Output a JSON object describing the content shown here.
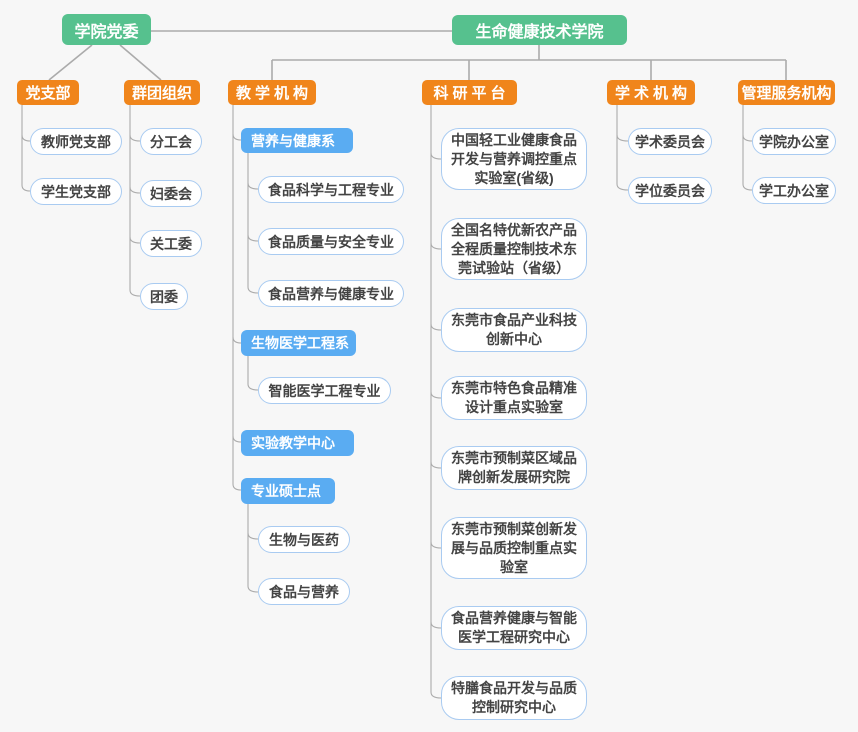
{
  "colors": {
    "root_node": "#56C18E",
    "level2_node": "#F0851B",
    "department_node": "#5AACF2",
    "leaf_border": "#A9CBF1",
    "leaf_text": "#434343",
    "connector_line": "#ABABAB",
    "background": "#F7F7F7"
  },
  "org": {
    "roots": [
      {
        "label": "学院党委",
        "children": [
          {
            "label": "党支部",
            "children": [
              {
                "label": "教师党支部"
              },
              {
                "label": "学生党支部"
              }
            ]
          },
          {
            "label": "群团组织",
            "children": [
              {
                "label": "分工会"
              },
              {
                "label": "妇委会"
              },
              {
                "label": "关工委"
              },
              {
                "label": "团委"
              }
            ]
          }
        ]
      },
      {
        "label": "生命健康技术学院",
        "children": [
          {
            "label": "教学机构",
            "children": [
              {
                "label": "营养与健康系",
                "children": [
                  {
                    "label": "食品科学与工程专业"
                  },
                  {
                    "label": "食品质量与安全专业"
                  },
                  {
                    "label": "食品营养与健康专业"
                  }
                ]
              },
              {
                "label": "生物医学工程系",
                "children": [
                  {
                    "label": "智能医学工程专业"
                  }
                ]
              },
              {
                "label": "实验教学中心"
              },
              {
                "label": "专业硕士点",
                "children": [
                  {
                    "label": "生物与医药"
                  },
                  {
                    "label": "食品与营养"
                  }
                ]
              }
            ]
          },
          {
            "label": "科研平台",
            "children": [
              {
                "label": "中国轻工业健康食品开发与营养调控重点实验室(省级)"
              },
              {
                "label": "全国名特优新农产品全程质量控制技术东莞试验站（省级）"
              },
              {
                "label": "东莞市食品产业科技创新中心"
              },
              {
                "label": "东莞市特色食品精准设计重点实验室"
              },
              {
                "label": "东莞市预制菜区域品牌创新发展研究院"
              },
              {
                "label": "东莞市预制菜创新发展与品质控制重点实验室"
              },
              {
                "label": "食品营养健康与智能医学工程研究中心"
              },
              {
                "label": "特膳食品开发与品质控制研究中心"
              }
            ]
          },
          {
            "label": "学术机构",
            "children": [
              {
                "label": "学术委员会"
              },
              {
                "label": "学位委员会"
              }
            ]
          },
          {
            "label": "管理服务机构",
            "children": [
              {
                "label": "学院办公室"
              },
              {
                "label": "学工办公室"
              }
            ]
          }
        ]
      }
    ]
  }
}
